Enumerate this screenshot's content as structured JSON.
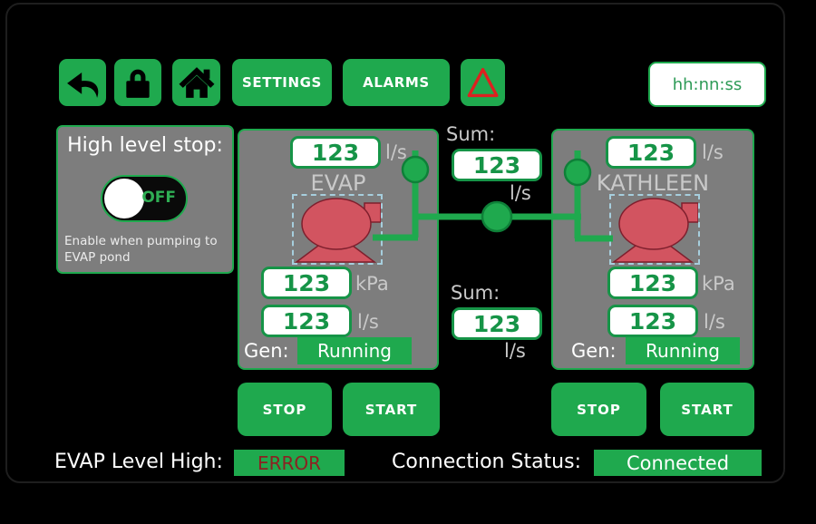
{
  "colors": {
    "hmi_green": "#1fa94e",
    "value_green": "#169447",
    "panel_gray": "#7d7d7d",
    "pump_red": "#d25460",
    "pump_red_stroke": "#7e1f2d",
    "alarm_triangle_red": "#dd2020",
    "error_text_red": "#8b2222"
  },
  "toolbar": {
    "settings_label": "SETTINGS",
    "alarms_label": "ALARMS",
    "time_display": "hh:nn:ss",
    "icons": [
      "back-arrow",
      "lock",
      "home",
      "alarm-triangle"
    ]
  },
  "high_level_stop": {
    "title": "High level stop:",
    "toggle_label": "OFF",
    "caption": "Enable when pumping to EVAP pond"
  },
  "sums": [
    {
      "label": "Sum:",
      "value": "123",
      "unit": "l/s"
    },
    {
      "label": "Sum:",
      "value": "123",
      "unit": "l/s"
    }
  ],
  "pumps": [
    {
      "name": "EVAP",
      "flow": {
        "value": "123",
        "unit": "l/s"
      },
      "pressure": {
        "value": "123",
        "unit": "kPa"
      },
      "flow2": {
        "value": "123",
        "unit": "l/s"
      },
      "gen_label": "Gen:",
      "gen_status": "Running",
      "stop_label": "STOP",
      "start_label": "START"
    },
    {
      "name": "KATHLEEN",
      "flow": {
        "value": "123",
        "unit": "l/s"
      },
      "pressure": {
        "value": "123",
        "unit": "kPa"
      },
      "flow2": {
        "value": "123",
        "unit": "l/s"
      },
      "gen_label": "Gen:",
      "gen_status": "Running",
      "stop_label": "STOP",
      "start_label": "START"
    }
  ],
  "status_bar": {
    "evap_level": {
      "label": "EVAP Level High:",
      "value": "ERROR"
    },
    "connection": {
      "label": "Connection Status:",
      "value": "Connected"
    }
  }
}
